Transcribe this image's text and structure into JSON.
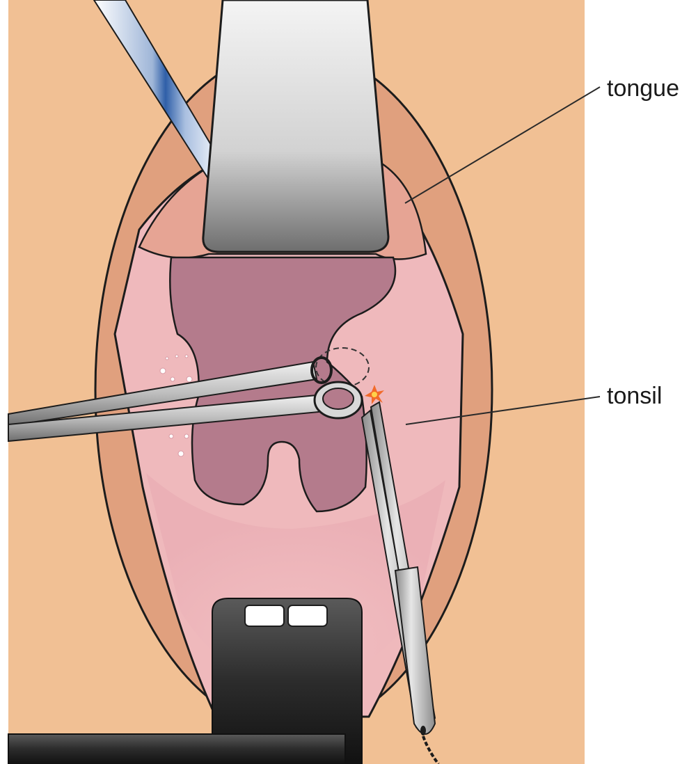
{
  "figure": {
    "labels": {
      "tongue": "tongue",
      "tonsil": "tonsil"
    }
  },
  "colors": {
    "skin": "#f1c094",
    "lip": "#e0a07e",
    "palate": "#efb9bc",
    "pharynx": "#b47b8c",
    "instrument_silver": "#c9c9c9",
    "cautery_spark": "#f26a2a"
  },
  "icons": {
    "retractor_blade": "tongue-depressor-blade",
    "suction_tube": "suction-tube",
    "forceps": "grasping-forceps",
    "cautery": "bipolar-cautery-forceps",
    "mouth_gag": "mouth-gag-frame"
  }
}
